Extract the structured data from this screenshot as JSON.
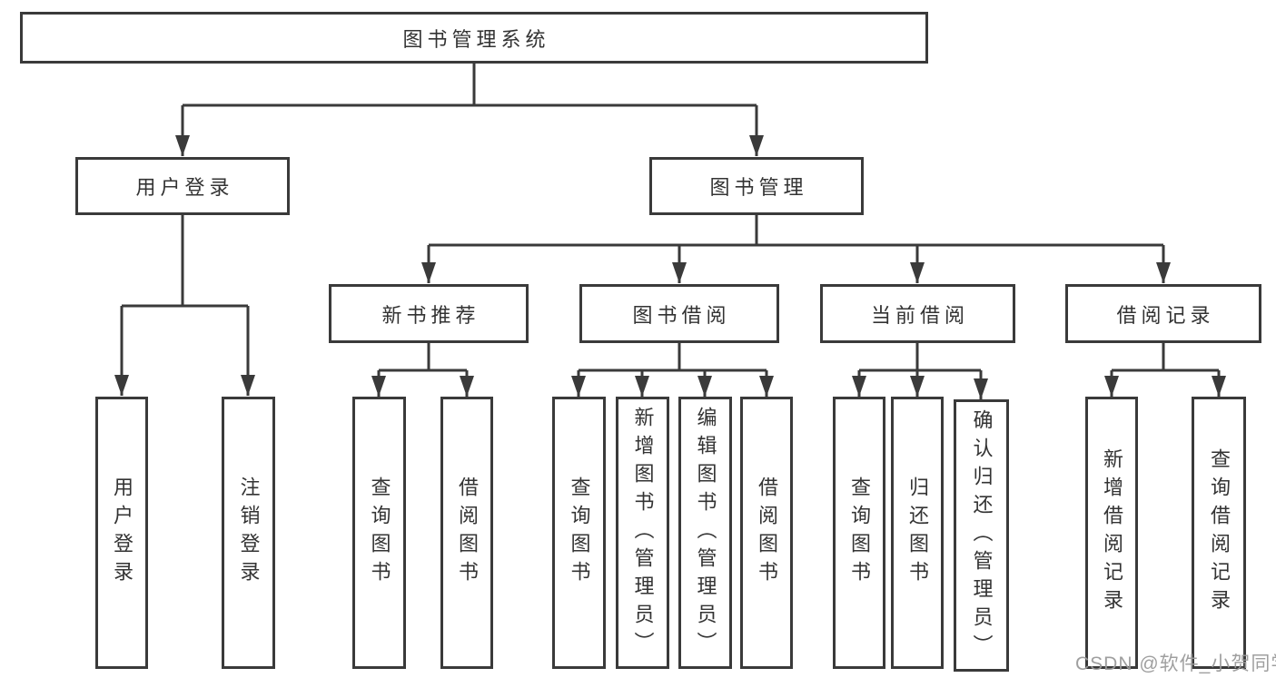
{
  "colors": {
    "line": "#3a3a3a",
    "box_border": "#3a3a3a",
    "box_fill": "#ffffff",
    "text": "#333333",
    "watermark": "#9a9a9a",
    "page_bg": "#ffffff"
  },
  "watermark": {
    "text": "CSDN @软件_小贺同学"
  },
  "tree": {
    "root": {
      "label": "图书管理系统",
      "children": [
        {
          "label": "用户登录",
          "children": [
            {
              "label": "用户登录"
            },
            {
              "label": "注销登录"
            }
          ]
        },
        {
          "label": "图书管理",
          "children": [
            {
              "label": "新书推荐",
              "children": [
                {
                  "label": "查询图书"
                },
                {
                  "label": "借阅图书"
                }
              ]
            },
            {
              "label": "图书借阅",
              "children": [
                {
                  "label": "查询图书"
                },
                {
                  "label": "新增图书（管理员）"
                },
                {
                  "label": "编辑图书（管理员）"
                },
                {
                  "label": "借阅图书"
                }
              ]
            },
            {
              "label": "当前借阅",
              "children": [
                {
                  "label": "查询图书"
                },
                {
                  "label": "归还图书"
                },
                {
                  "label": "确认归还（管理员）"
                }
              ]
            },
            {
              "label": "借阅记录",
              "children": [
                {
                  "label": "新增借阅记录"
                },
                {
                  "label": "查询借阅记录"
                }
              ]
            }
          ]
        }
      ]
    }
  }
}
